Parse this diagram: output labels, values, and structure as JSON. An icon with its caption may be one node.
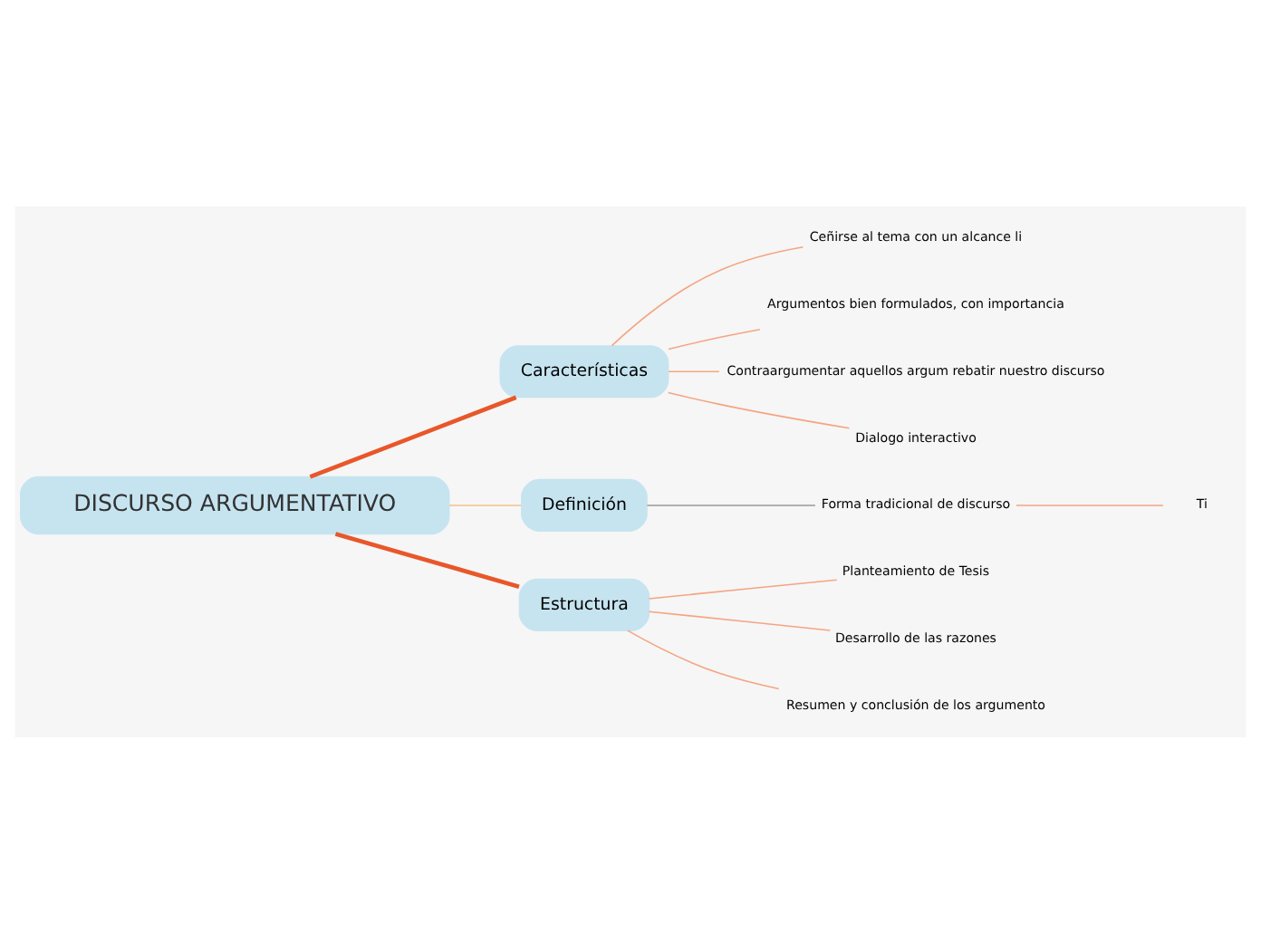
{
  "diagram": {
    "nodes": [
      {
        "text": [
          "DISCURSO ARGUMENTATIVO"
        ]
      },
      {
        "text": [
          "Características"
        ]
      },
      {
        "text": [
          "Ceñirse al tema con un alcance li"
        ]
      },
      {
        "text": [
          "Argumentos bien formulados, con importancia"
        ]
      },
      {
        "text": [
          "Contraargumentar aquellos argum rebatir nuestro discurso"
        ]
      },
      {
        "text": [
          "Dialogo interactivo"
        ]
      },
      {
        "text": [
          "Definición"
        ]
      },
      {
        "text": [
          "Forma tradicional de discurso"
        ]
      },
      {
        "text": [
          "Ti"
        ]
      },
      {
        "text": [
          "Estructura"
        ]
      },
      {
        "text": [
          "Planteamiento de Tesis"
        ]
      },
      {
        "text": [
          "Desarrollo de las razones"
        ]
      },
      {
        "text": [
          "Resumen y conclusión de los argumento"
        ]
      }
    ],
    "edges": [
      {
        "from": 0,
        "to": 1,
        "arrow": "none",
        "style": "thick",
        "color": "#e8572a"
      },
      {
        "from": 1,
        "to": 2,
        "arrow": "none"
      },
      {
        "from": 1,
        "to": 3,
        "arrow": "none"
      },
      {
        "from": 1,
        "to": 4,
        "arrow": "none"
      },
      {
        "from": 1,
        "to": 5,
        "arrow": "none"
      },
      {
        "from": 0,
        "to": 6,
        "arrow": "none",
        "color": "#f5c28a"
      },
      {
        "from": 6,
        "to": 7,
        "arrow": "none",
        "color": "#999999"
      },
      {
        "from": 7,
        "to": 8,
        "arrow": "none"
      },
      {
        "from": 0,
        "to": 9,
        "arrow": "none",
        "style": "thick",
        "color": "#e8572a"
      },
      {
        "from": 9,
        "to": 10,
        "arrow": "none"
      },
      {
        "from": 9,
        "to": 11,
        "arrow": "none"
      },
      {
        "from": 9,
        "to": 12,
        "arrow": "none"
      }
    ]
  }
}
